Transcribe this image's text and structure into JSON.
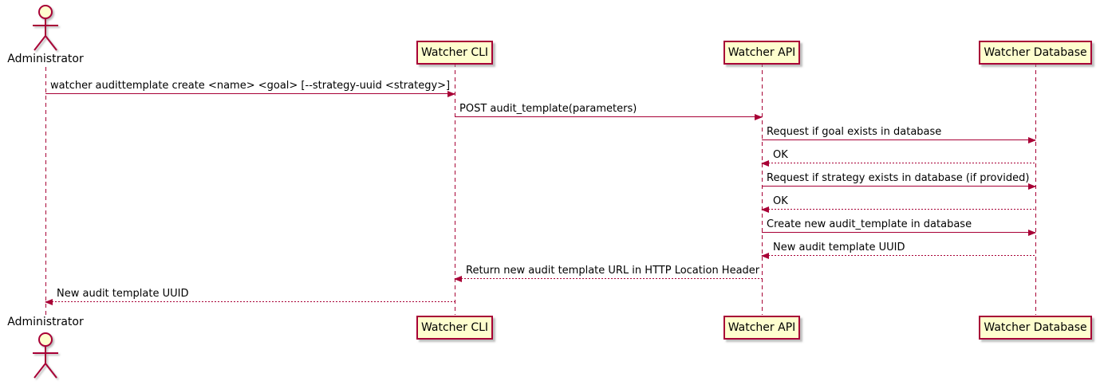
{
  "diagram": {
    "type": "sequence-diagram",
    "colors": {
      "border_and_arrows": "#A80036",
      "participant_fill": "#FEFECE",
      "text": "#000000",
      "background": "#FFFFFF"
    },
    "actor": {
      "name": "Administrator"
    },
    "participants": [
      {
        "label": "Watcher CLI"
      },
      {
        "label": "Watcher API"
      },
      {
        "label": "Watcher Database"
      }
    ],
    "messages": [
      {
        "from": "Administrator",
        "to": "Watcher CLI",
        "line": "solid",
        "text": "watcher audittemplate create <name> <goal> [--strategy-uuid <strategy>]"
      },
      {
        "from": "Watcher CLI",
        "to": "Watcher API",
        "line": "solid",
        "text": "POST audit_template(parameters)"
      },
      {
        "from": "Watcher API",
        "to": "Watcher Database",
        "line": "solid",
        "text": "Request if goal exists in database"
      },
      {
        "from": "Watcher Database",
        "to": "Watcher API",
        "line": "dotted",
        "text": "OK"
      },
      {
        "from": "Watcher API",
        "to": "Watcher Database",
        "line": "solid",
        "text": "Request if strategy exists in database (if provided)"
      },
      {
        "from": "Watcher Database",
        "to": "Watcher API",
        "line": "dotted",
        "text": "OK"
      },
      {
        "from": "Watcher API",
        "to": "Watcher Database",
        "line": "solid",
        "text": "Create new audit_template in database"
      },
      {
        "from": "Watcher Database",
        "to": "Watcher API",
        "line": "dotted",
        "text": "New audit template UUID"
      },
      {
        "from": "Watcher API",
        "to": "Watcher CLI",
        "line": "dotted",
        "text": "Return new audit template URL in HTTP Location Header"
      },
      {
        "from": "Watcher CLI",
        "to": "Administrator",
        "line": "dotted",
        "text": "New audit template UUID"
      }
    ]
  }
}
